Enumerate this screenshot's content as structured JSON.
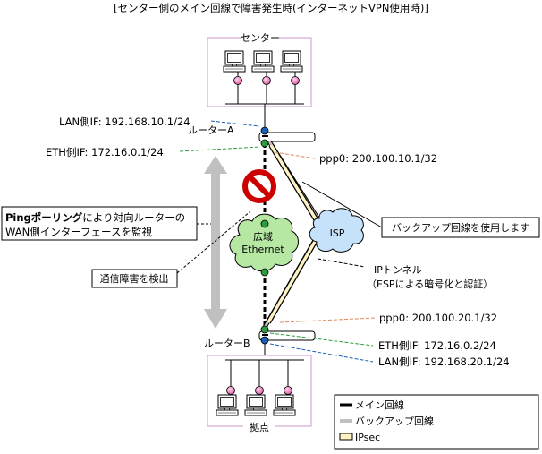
{
  "title": "[センター側のメイン回線で障害発生時(インターネットVPN使用時)]",
  "center": {
    "label": "センター"
  },
  "branch": {
    "label": "拠点"
  },
  "routerA": {
    "label": "ルーターA"
  },
  "routerB": {
    "label": "ルーターB"
  },
  "labels": {
    "lanA": "LAN側IF: 192.168.10.1/24",
    "ethA": "ETH側IF: 172.16.0.1/24",
    "pppA": "ppp0: 200.100.10.1/32",
    "pppB": "ppp0: 200.100.20.1/32",
    "ethB": "ETH側IF: 172.16.0.2/24",
    "lanB": "LAN側IF: 192.168.20.1/24",
    "wan_line1": "広域",
    "wan_line2": "Ethernet",
    "isp": "ISP",
    "tunnel_line1": "IPトンネル",
    "tunnel_line2": "（ESPによる暗号化と認証）"
  },
  "callouts": {
    "ping_bold1": "Ping",
    "ping_bold2": "ポーリング",
    "ping_rest": "により対向ルーターの",
    "ping_line2": "WAN側インターフェースを監視",
    "detect": "通信障害を検出",
    "backup": "バックアップ回線を使用します"
  },
  "legend": {
    "main": "メイン回線",
    "backup": "バックアップ回線",
    "ipsec": "IPsec"
  },
  "colors": {
    "box_border": "#cc99cc",
    "terminal_pink": "#e066aa",
    "ipsec_fill": "#fff3c4",
    "lan_blue": "#1a5fb4",
    "eth_green": "#2e9b3e",
    "ppp_orange": "#e0875a",
    "cloud_green": "#b6e8a4",
    "cloud_blue": "#c6e2fa",
    "no_red": "#cc0000",
    "backup_gray": "#c0c0c0"
  }
}
